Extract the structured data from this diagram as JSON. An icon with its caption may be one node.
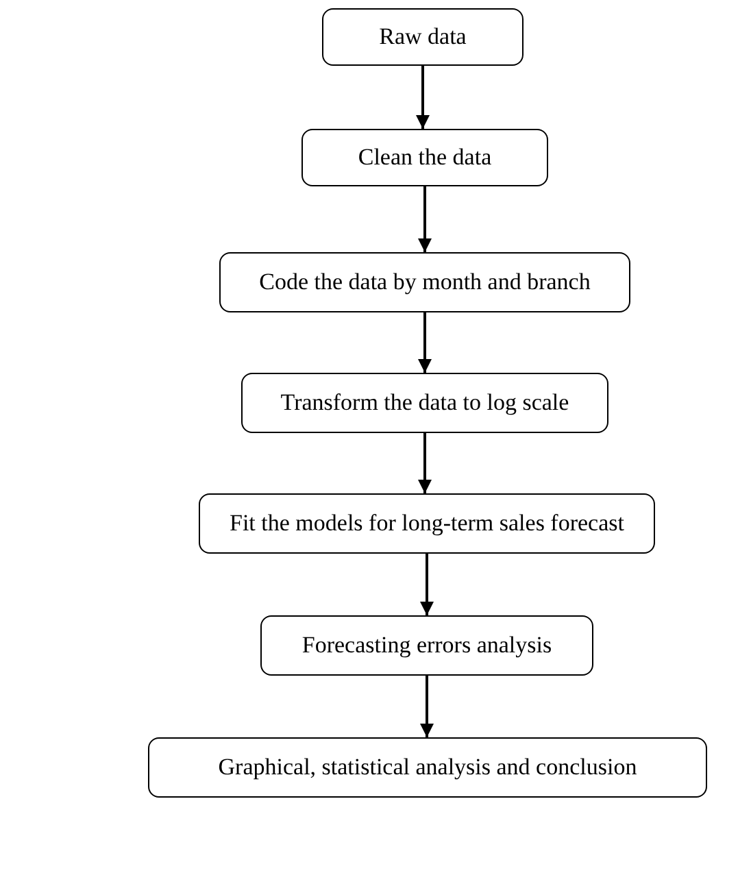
{
  "diagram": {
    "nodes": [
      {
        "text": [
          "Raw data"
        ]
      },
      {
        "text": [
          "Clean the data"
        ]
      },
      {
        "text": [
          "Code the data by month and branch"
        ]
      },
      {
        "text": [
          "Transform the data to log scale"
        ]
      },
      {
        "text": [
          "Fit the models for long-term sales forecast"
        ]
      },
      {
        "text": [
          "Forecasting errors analysis"
        ]
      },
      {
        "text": [
          "Graphical, statistical analysis and conclusion"
        ]
      }
    ],
    "edges": [
      {
        "from": 0,
        "to": 1,
        "arrow": "to"
      },
      {
        "from": 1,
        "to": 2,
        "arrow": "to"
      },
      {
        "from": 2,
        "to": 3,
        "arrow": "to"
      },
      {
        "from": 3,
        "to": 4,
        "arrow": "to"
      },
      {
        "from": 4,
        "to": 5,
        "arrow": "to"
      },
      {
        "from": 5,
        "to": 6,
        "arrow": "to"
      }
    ]
  }
}
